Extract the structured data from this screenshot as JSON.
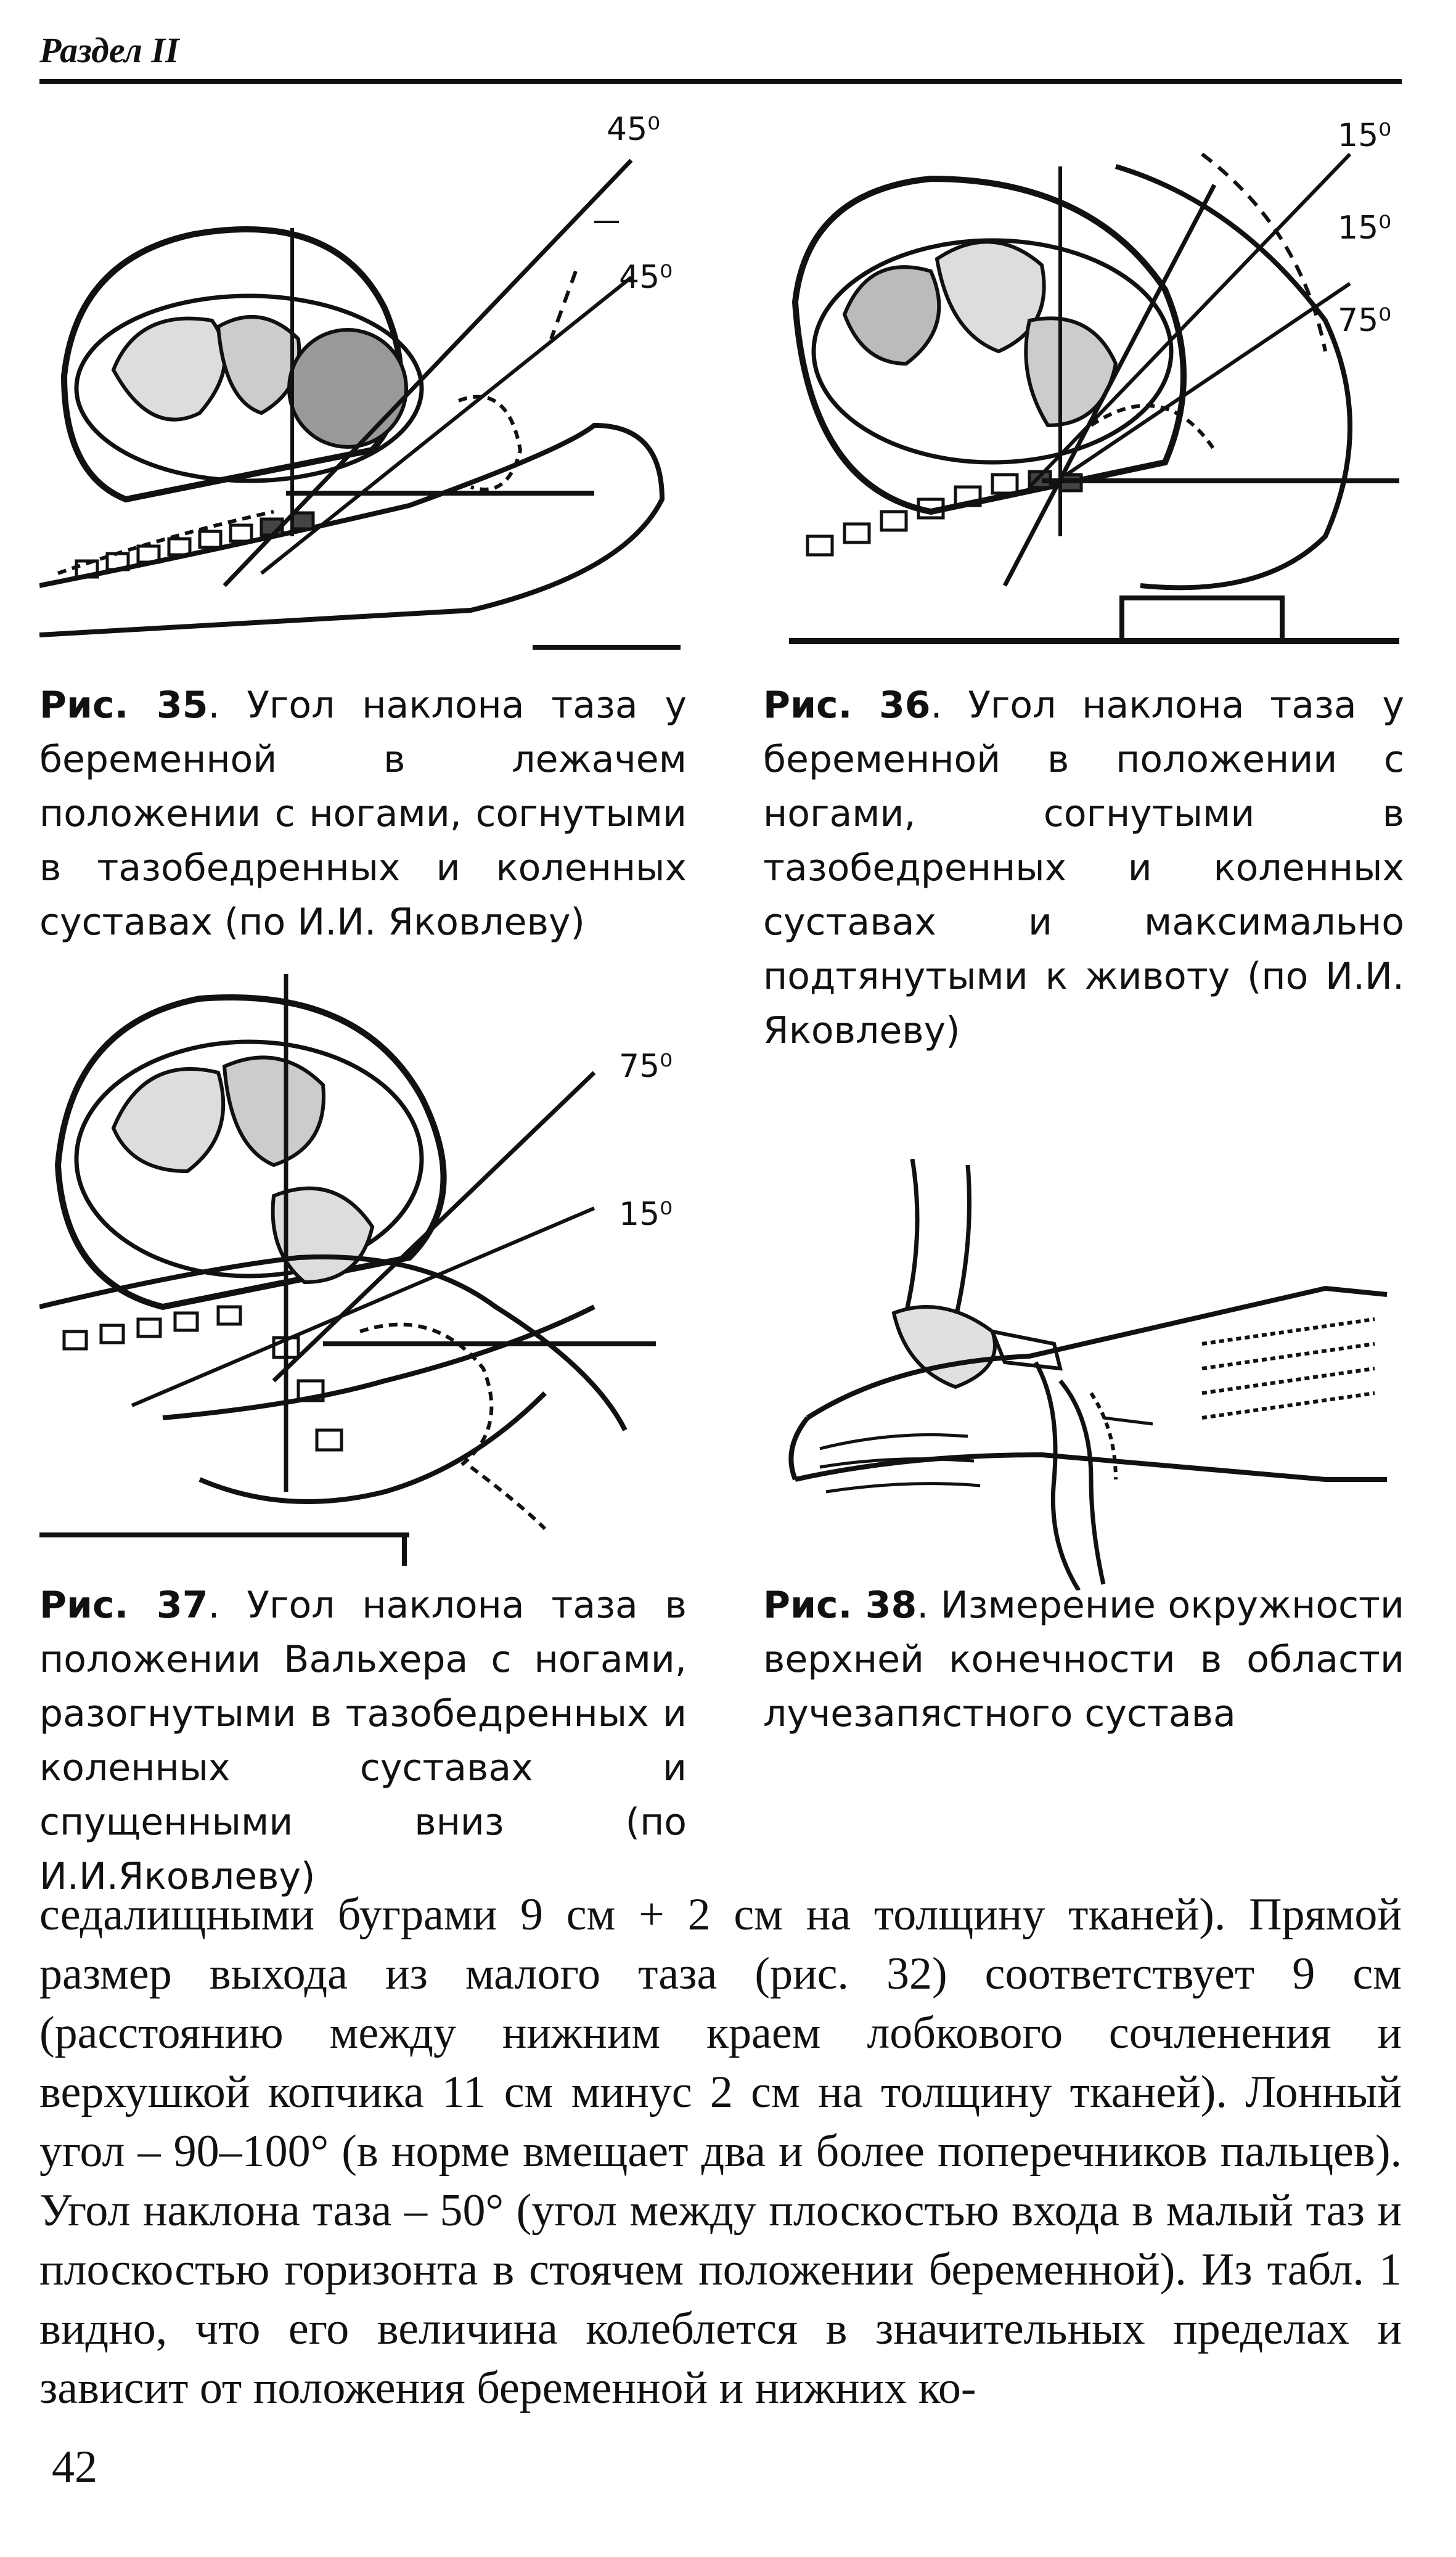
{
  "header": {
    "section": "Раздел II"
  },
  "figures": [
    {
      "id": "fig35",
      "angles": [
        "45⁰",
        "45⁰"
      ],
      "label": "Рис. 35",
      "caption": ". Угол наклона таза у беременной в лежачем положении с ногами, согнутыми в тазобедренных и коленных суставах (по И.И. Яковлеву)"
    },
    {
      "id": "fig36",
      "angles": [
        "15⁰",
        "15⁰",
        "75⁰"
      ],
      "label": "Рис. 36",
      "caption": ". Угол наклона таза у беременной в положении с ногами, согнутыми в тазобедренных и коленных суставах и максимально подтянутыми к животу (по И.И. Яковлеву)"
    },
    {
      "id": "fig37",
      "angles": [
        "75⁰",
        "15⁰"
      ],
      "label": "Рис. 37",
      "caption": ". Угол наклона таза в положении Вальхера с ногами, разогнутыми в тазобедренных и коленных суставах и спущенными вниз (по И.И.Яковлеву)"
    },
    {
      "id": "fig38",
      "angles": [],
      "label": "Рис. 38",
      "caption": ". Измерение окружности верхней конечности в области лучезапястного сустава"
    }
  ],
  "body_text": "седалищными буграми 9 см + 2 см на толщину тканей). Прямой размер выхода из малого таза (рис. 32) соответствует 9 см (расстоянию между нижним краем лобкового сочленения и верхушкой копчика 11 см минус 2 см на толщину тканей). Лонный угол – 90–100° (в норме вмещает два и более поперечников пальцев). Угол наклона таза – 50° (угол между плоскостью входа в малый таз и плоскостью горизонта в стоячем положении беременной). Из табл. 1 видно, что его величина колеблется в значительных пределах и зависит от положения беременной и нижних ко-",
  "page_number": "42"
}
